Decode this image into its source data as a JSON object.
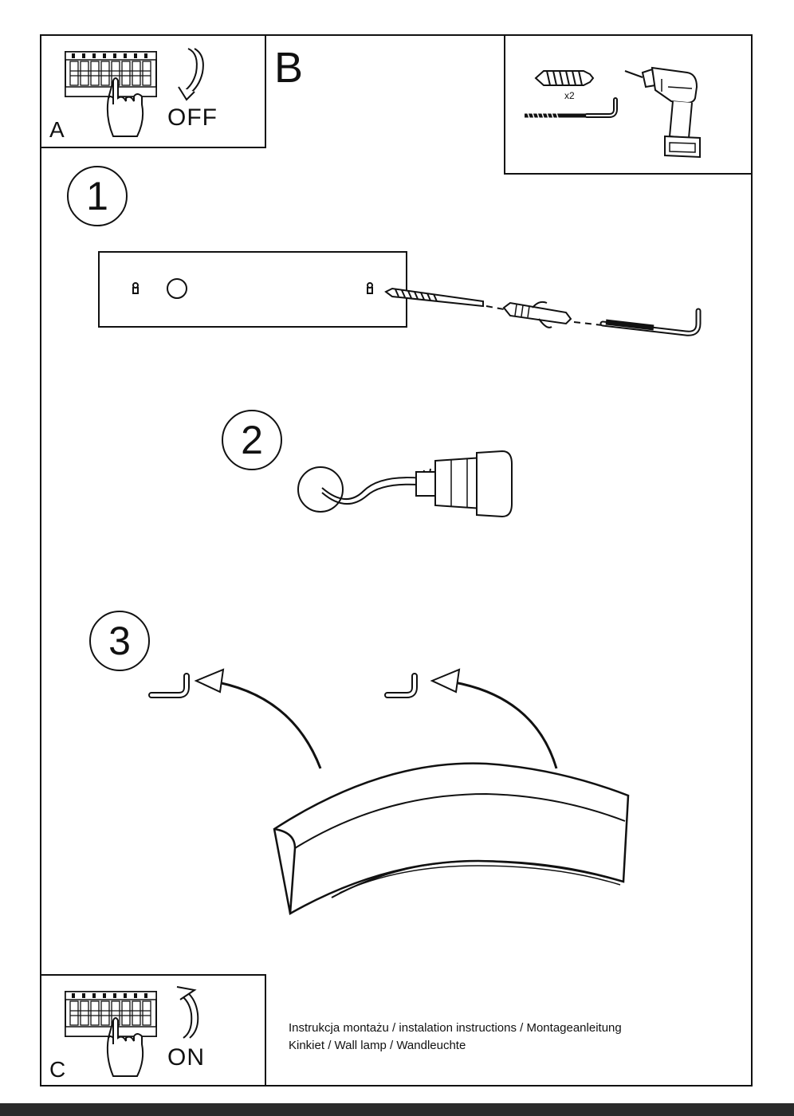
{
  "panel_a": {
    "label": "A",
    "action": "OFF"
  },
  "panel_b": {
    "label": "B"
  },
  "panel_c": {
    "label": "C",
    "action": "ON"
  },
  "tools": {
    "quantity": "x2"
  },
  "steps": [
    {
      "number": "1"
    },
    {
      "number": "2"
    },
    {
      "number": "3"
    }
  ],
  "footer": {
    "line1": "Instrukcja montażu / instalation instructions / Montageanleitung",
    "line2": "Kinkiet / Wall lamp / Wandleuchte"
  },
  "icons": [
    "breaker-hand-icon",
    "rotate-arrow-icon",
    "wall-plug-icon",
    "hook-screw-icon",
    "drill-icon"
  ]
}
